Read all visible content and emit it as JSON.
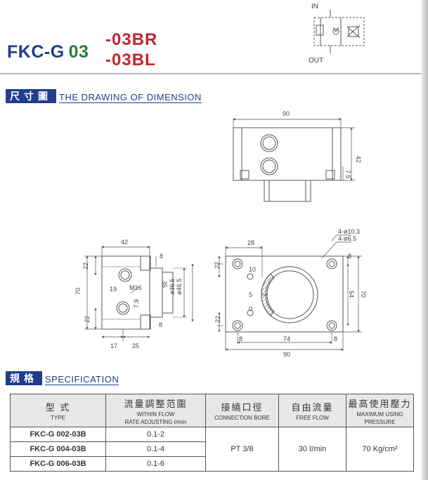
{
  "header": {
    "model_base": "FKC-G",
    "model_num": "03",
    "suffix_r": "-03BR",
    "suffix_l": "-03BL",
    "port_in": "IN",
    "port_out": "OUT"
  },
  "sections": {
    "dimension": {
      "zh": "尺寸圖",
      "en": "THE DRAWING OF DIMENSION"
    },
    "spec": {
      "zh": "規格",
      "en": "SPECIFICATION"
    }
  },
  "dimensions": {
    "top_width": "90",
    "top_height": "42",
    "top_small": "7.5",
    "side_width": "42",
    "side_22_top": "22",
    "side_22_bot": "22",
    "side_70": "70",
    "side_8": "8",
    "side_19": "19",
    "side_m16": "M16",
    "side_35": "35",
    "side_365": "ø36.5",
    "side_465": "ø46.5",
    "side_79": "7.9",
    "side_17": "17",
    "side_25": "25",
    "side_8b": "8",
    "front_28": "28",
    "front_hole1": "4-ø10.3",
    "front_hole2": "4-ø6.5",
    "front_10": "10",
    "front_5": "5",
    "front_0": "0",
    "front_22_top": "22",
    "front_22_bot": "22",
    "front_8r": "8",
    "front_54": "54",
    "front_70": "70",
    "front_8a": "8",
    "front_74": "74",
    "front_8b": "8",
    "front_90": "90"
  },
  "spec_table": {
    "headers": [
      {
        "zh": "型 式",
        "en": "TYPE"
      },
      {
        "zh": "流量調整范圍",
        "en": "WITHIN FLOW",
        "en2": "RATE ADJUSTING ℓ/min"
      },
      {
        "zh": "接繞口徑",
        "en": "CONNECTION BORE"
      },
      {
        "zh": "自由流量",
        "en": "FREE FLOW"
      },
      {
        "zh": "最高使用壓力",
        "en": "MAXIMUM USING",
        "en2": "PRESSURE"
      }
    ],
    "rows": [
      {
        "type": "FKC-G 002-03B",
        "range": "0.1-2"
      },
      {
        "type": "FKC-G 004-03B",
        "range": "0.1-4"
      },
      {
        "type": "FKC-G 006-03B",
        "range": "0.1-6"
      }
    ],
    "connection": "PT 3/8",
    "free_flow": "30 ℓ/min",
    "pressure": "70 Kg/cm²"
  }
}
